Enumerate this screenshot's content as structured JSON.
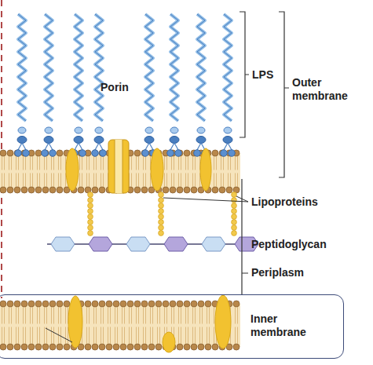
{
  "diagram": {
    "nodes": [
      {
        "text": [
          "Inner membrane"
        ]
      }
    ],
    "labels": [
      "Porin",
      "LPS",
      "Outer membrane",
      "Lipoproteins",
      "Peptidoglycan",
      "Periplasm"
    ]
  }
}
